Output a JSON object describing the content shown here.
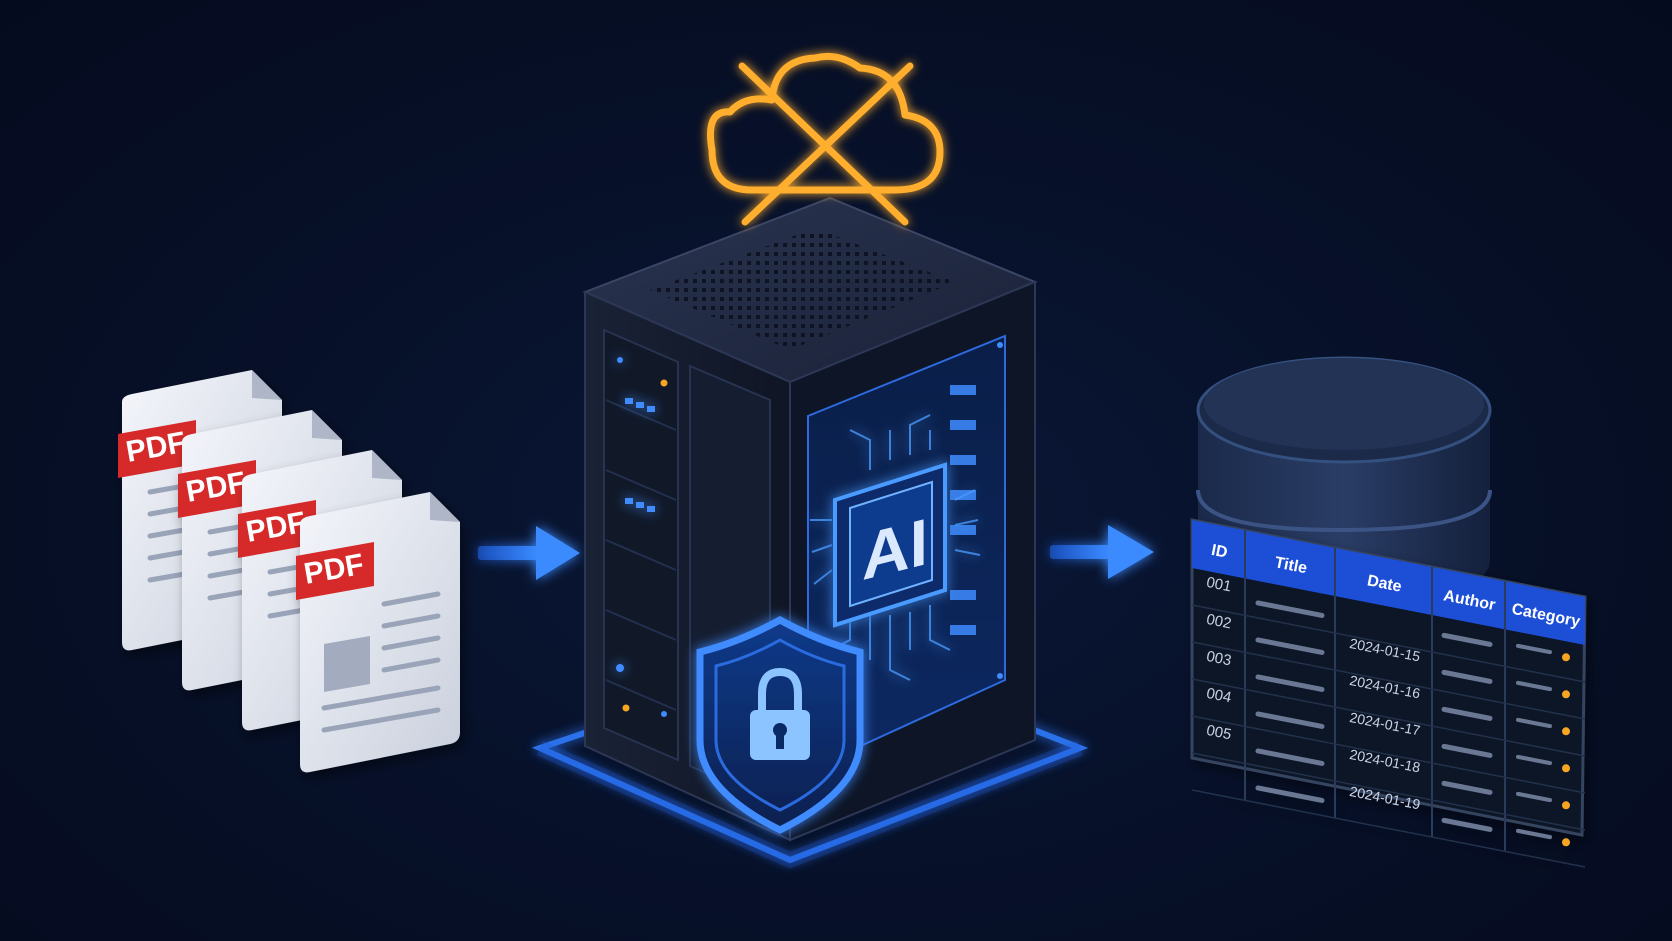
{
  "documents": {
    "label": "PDF",
    "count": 4
  },
  "server": {
    "chip_label": "AI"
  },
  "table": {
    "headers": [
      "ID",
      "Title",
      "Date",
      "Author",
      "Category"
    ],
    "rows": [
      {
        "id": "001",
        "date": ""
      },
      {
        "id": "002",
        "date": "2024-01-15"
      },
      {
        "id": "003",
        "date": "2024-01-16"
      },
      {
        "id": "004",
        "date": "2024-01-17"
      },
      {
        "id": "005",
        "date": "2024-01-18"
      },
      {
        "id": "",
        "date": "2024-01-19"
      }
    ]
  },
  "colors": {
    "background": "#050b1e",
    "accent_blue": "#2f7bff",
    "cloud_orange": "#ffae2e",
    "pdf_red": "#d62b2b",
    "header_blue": "#1f4fd6",
    "status_dot": "#f6a623"
  },
  "icons": [
    "pdf-document-icon",
    "arrow-right-icon",
    "cloud-off-icon",
    "ai-chip-icon",
    "shield-lock-icon",
    "database-icon"
  ]
}
